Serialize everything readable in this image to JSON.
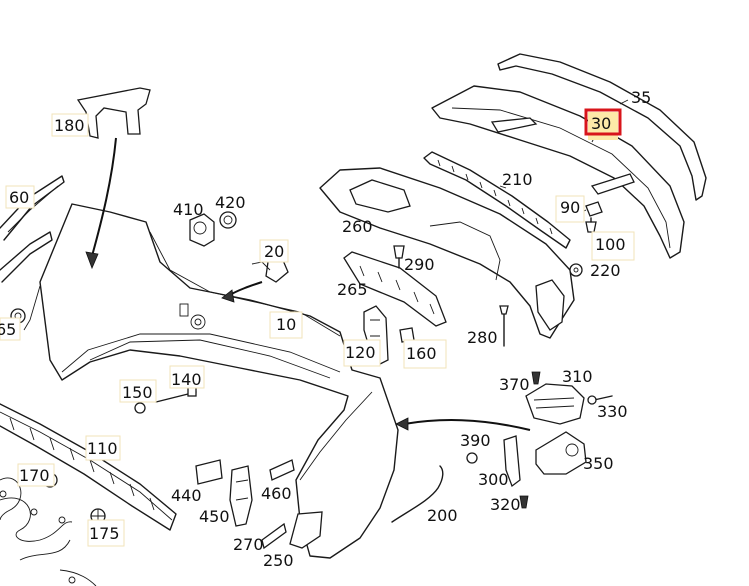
{
  "diagram": {
    "highlighted_part": "30",
    "highlight_color": "#d8151b",
    "label_box_color": "#f2e3b8",
    "labels": {
      "p180": "180",
      "p60": "60",
      "p65": "65",
      "p410": "410",
      "p420": "420",
      "p20": "20",
      "p10": "10",
      "p260": "260",
      "p290": "290",
      "p265": "265",
      "p210": "210",
      "p35": "35",
      "p30": "30",
      "p90": "90",
      "p100": "100",
      "p220": "220",
      "p280": "280",
      "p120": "120",
      "p160": "160",
      "p150": "150",
      "p140": "140",
      "p370": "370",
      "p310": "310",
      "p330": "330",
      "p390": "390",
      "p350": "350",
      "p300": "300",
      "p320": "320",
      "p110": "110",
      "p170": "170",
      "p175": "175",
      "p440": "440",
      "p450": "450",
      "p460": "460",
      "p270": "270",
      "p250": "250",
      "p200": "200"
    }
  }
}
